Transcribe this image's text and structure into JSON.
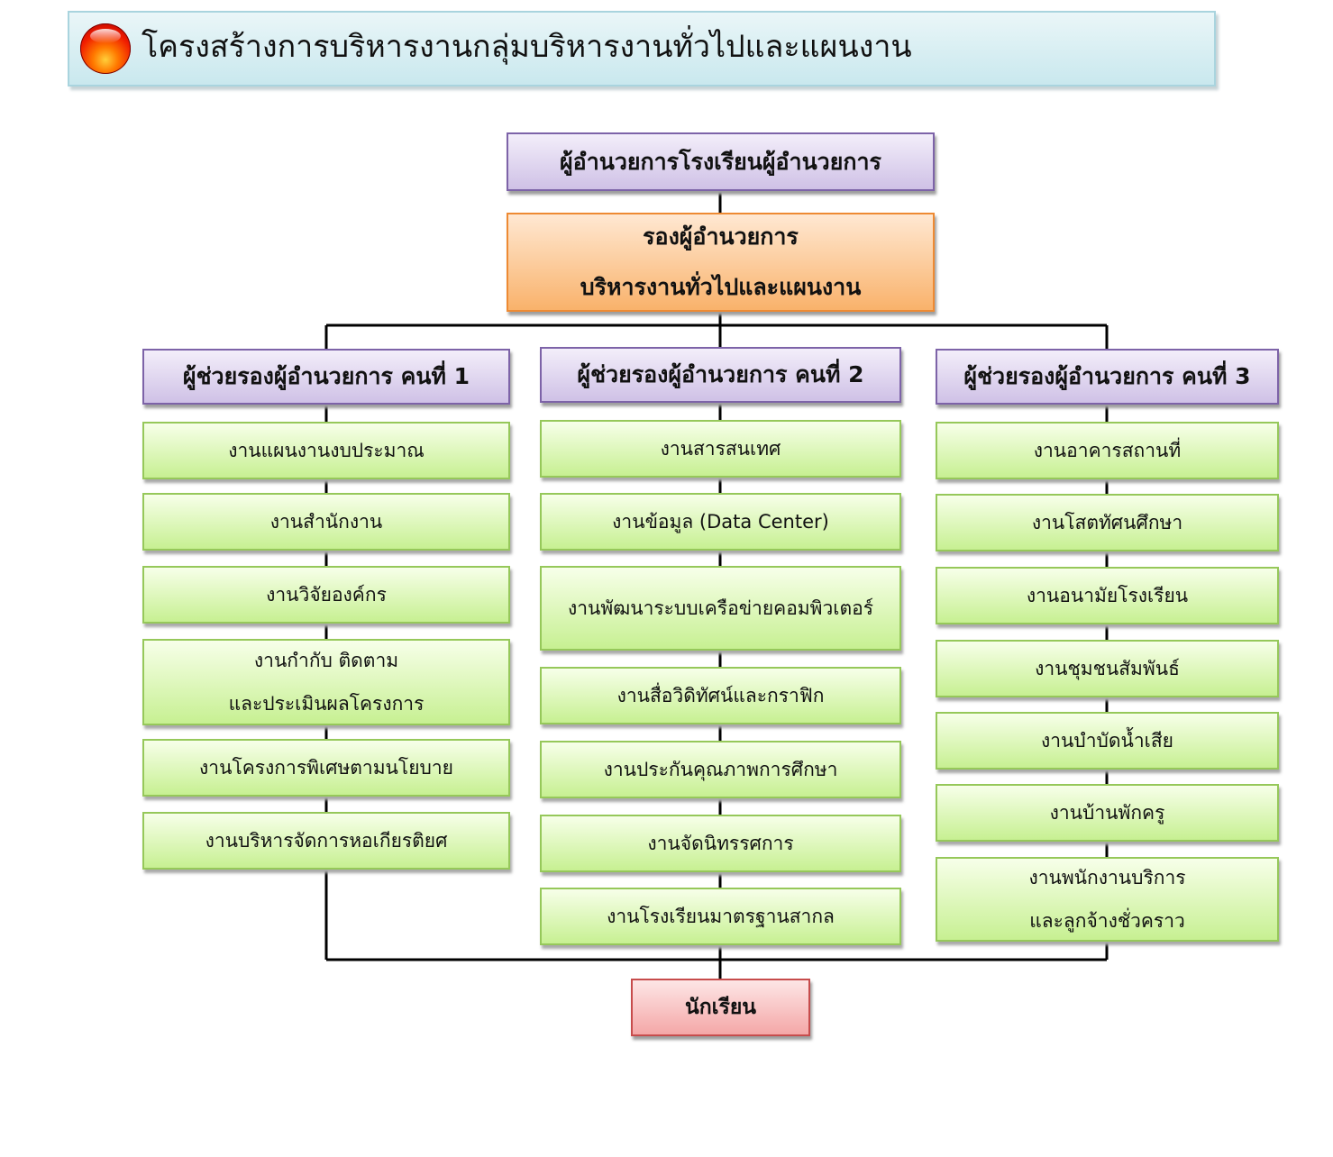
{
  "title": "โครงสร้างการบริหารงานกลุ่มบริหารงานทั่วไปและแผนงาน",
  "director": "ผู้อำนวยการโรงเรียนผู้อำนวยการ",
  "deputy": {
    "line1": "รองผู้อำนวยการ",
    "line2": "บริหารงานทั่วไปและแผนงาน"
  },
  "assistants": [
    {
      "label": "ผู้ช่วยรองผู้อำนวยการ คนที่ 1",
      "tasks": [
        {
          "line1": "งานแผนงานงบประมาณ",
          "line2": ""
        },
        {
          "line1": "งานสำนักงาน",
          "line2": ""
        },
        {
          "line1": "งานวิจัยองค์กร",
          "line2": ""
        },
        {
          "line1": "งานกำกับ ติดตาม",
          "line2": "และประเมินผลโครงการ"
        },
        {
          "line1": "งานโครงการพิเศษตามนโยบาย",
          "line2": ""
        },
        {
          "line1": "งานบริหารจัดการหอเกียรติยศ",
          "line2": ""
        }
      ]
    },
    {
      "label": "ผู้ช่วยรองผู้อำนวยการ คนที่ 2",
      "tasks": [
        {
          "line1": "งานสารสนเทศ",
          "line2": ""
        },
        {
          "line1": "งานข้อมูล (Data Center)",
          "line2": ""
        },
        {
          "line1": "งานพัฒนาระบบเครือข่ายคอมพิวเตอร์",
          "line2": ""
        },
        {
          "line1": "งานสื่อวิดิทัศน์และกราฟิก",
          "line2": ""
        },
        {
          "line1": "งานประกันคุณภาพการศึกษา",
          "line2": ""
        },
        {
          "line1": "งานจัดนิทรรศการ",
          "line2": ""
        },
        {
          "line1": "งานโรงเรียนมาตรฐานสากล",
          "line2": ""
        }
      ]
    },
    {
      "label": "ผู้ช่วยรองผู้อำนวยการ คนที่ 3",
      "tasks": [
        {
          "line1": "งานอาคารสถานที่",
          "line2": ""
        },
        {
          "line1": "งานโสตทัศนศึกษา",
          "line2": ""
        },
        {
          "line1": "งานอนามัยโรงเรียน",
          "line2": ""
        },
        {
          "line1": "งานชุมชนสัมพันธ์",
          "line2": ""
        },
        {
          "line1": "งานบำบัดน้ำเสีย",
          "line2": ""
        },
        {
          "line1": "งานบ้านพักครู",
          "line2": ""
        },
        {
          "line1": "งานพนักงานบริการ",
          "line2": "และลูกจ้างชั่วคราว"
        }
      ]
    }
  ],
  "students": "นักเรียน",
  "colors": {
    "purple": "#cfc1e6",
    "orange": "#f9b26b",
    "green": "#c7f092",
    "red": "#f4a7a7",
    "connector": "#000000"
  }
}
